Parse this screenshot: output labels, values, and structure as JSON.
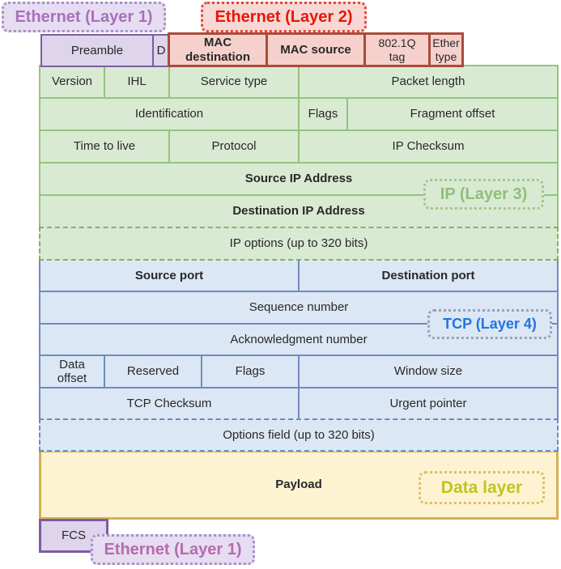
{
  "layer_labels": {
    "ethernet_l1_top": "Ethernet (Layer 1)",
    "ethernet_l2": "Ethernet (Layer 2)",
    "ip_l3": "IP (Layer 3)",
    "tcp_l4": "TCP (Layer 4)",
    "data_layer": "Data layer",
    "ethernet_l1_bottom": "Ethernet (Layer 1)"
  },
  "ethernet_header": {
    "preamble": "Preamble",
    "sfd": "D",
    "mac_destination": "MAC\ndestination",
    "mac_source": "MAC source",
    "dot1q_tag": "802.1Q\ntag",
    "ether_type": "Ether\ntype"
  },
  "ip": {
    "version": "Version",
    "ihl": "IHL",
    "service_type": "Service type",
    "packet_length": "Packet length",
    "identification": "Identification",
    "flags": "Flags",
    "fragment_offset": "Fragment offset",
    "time_to_live": "Time to live",
    "protocol": "Protocol",
    "checksum": "IP Checksum",
    "source_address": "Source IP Address",
    "destination_address": "Destination IP Address",
    "options": "IP options (up to 320 bits)"
  },
  "tcp": {
    "source_port": "Source port",
    "destination_port": "Destination port",
    "sequence_number": "Sequence number",
    "acknowledgment_number": "Acknowledgment number",
    "data_offset": "Data\noffset",
    "reserved": "Reserved",
    "flags": "Flags",
    "window_size": "Window size",
    "checksum": "TCP Checksum",
    "urgent_pointer": "Urgent pointer",
    "options": "Options field (up to 320 bits)"
  },
  "payload": {
    "label": "Payload"
  },
  "ethernet_trailer": {
    "fcs": "FCS"
  },
  "colors": {
    "purple_bg": "#ded4eb",
    "purple_border": "#7d5ca3",
    "purple_label_bg": "#e6ddf2",
    "purple_label_border": "#a98fc9",
    "purple_label_text": "#aa70bb",
    "purple_label_text_bottom": "#b56cab",
    "red_cell_bg": "#f6d1cc",
    "red_cell_border": "#a94b3c",
    "red_label_bg": "#f8d8d4",
    "red_label_border": "#e4473c",
    "red_label_text": "#e8170b",
    "green_bg": "#d9ead3",
    "green_border": "#93c47d",
    "green_dash": "#82b166",
    "green_label_border": "#9fca8a",
    "green_label_text": "#90bf78",
    "blue_bg": "#dce7f5",
    "blue_border": "#6d8cba",
    "tcp_label_border": "#95a3b8",
    "tcp_label_text": "#2374e1",
    "yellow_bg": "#fdf3d2",
    "yellow_border": "#d4b052",
    "data_label_border": "#dcc15e",
    "data_label_text": "#c2c31d"
  }
}
